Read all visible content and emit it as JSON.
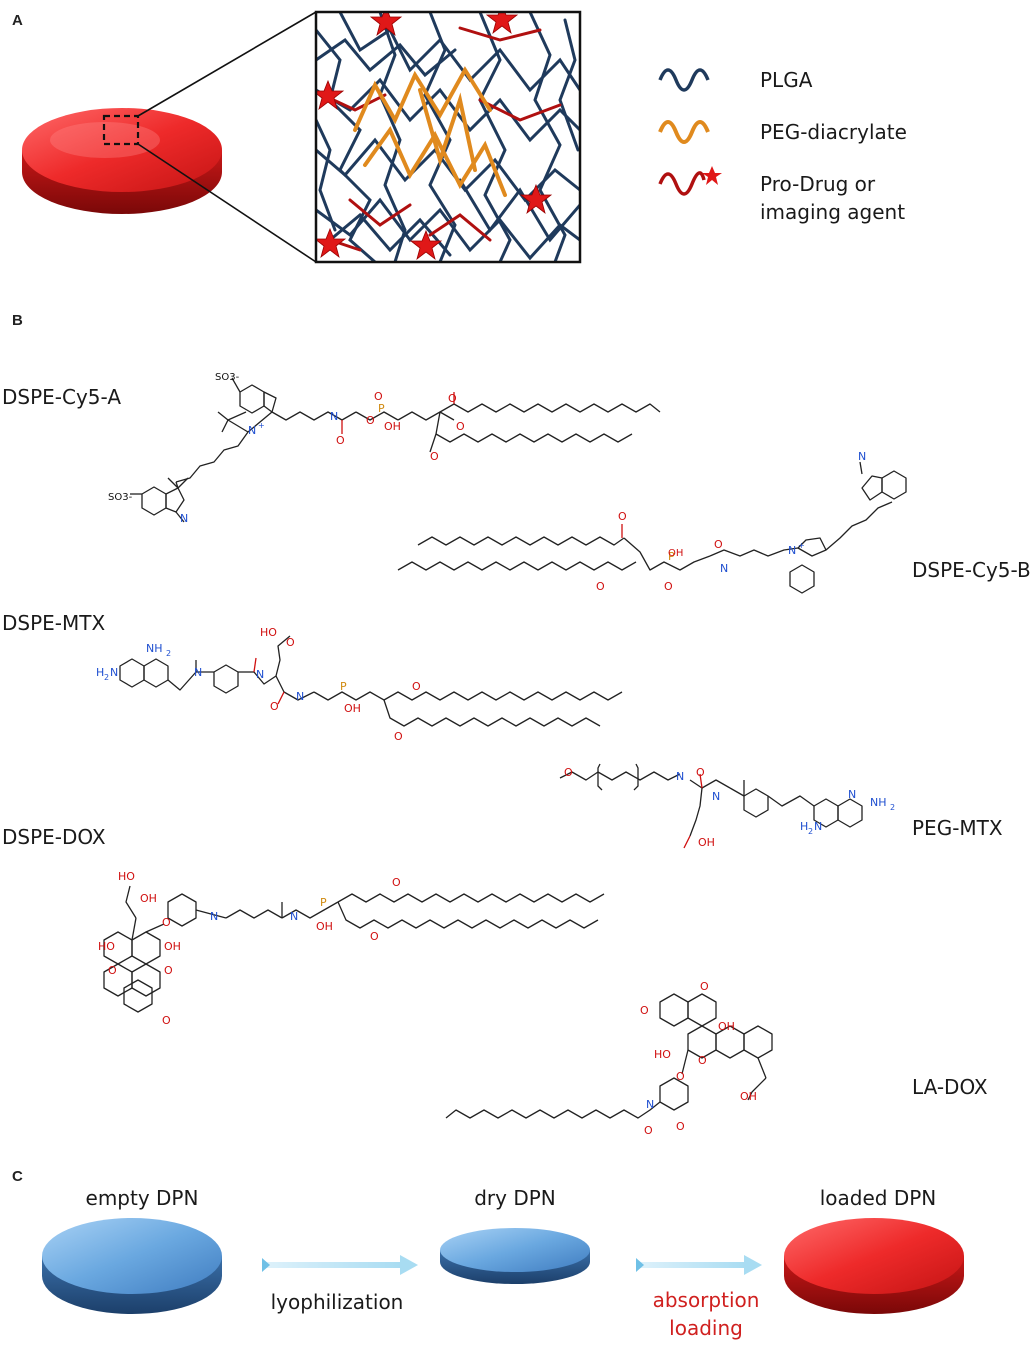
{
  "panels": {
    "a": "A",
    "b": "B",
    "c": "C"
  },
  "legend": {
    "plga": "PLGA",
    "peg": "PEG-diacrylate",
    "prodrug_line1": "Pro-Drug or",
    "prodrug_line2": "imaging agent"
  },
  "molecules": {
    "cy5a": "DSPE-Cy5-A",
    "cy5b": "DSPE-Cy5-B",
    "mtx": "DSPE-MTX",
    "pegmtx": "PEG-MTX",
    "dox": "DSPE-DOX",
    "ladox": "LA-DOX"
  },
  "process": {
    "empty": "empty DPN",
    "dry": "dry DPN",
    "loaded": "loaded DPN",
    "step1": "lyophilization",
    "step2_line1": "absorption",
    "step2_line2": "loading"
  },
  "colors": {
    "plga": "#1f3a5c",
    "peg": "#e08a1e",
    "prodrug": "#b01010",
    "star": "#e01818",
    "disc_red": "#e02424",
    "disc_blue": "#5b9bd5",
    "arrow": "#a9dcf0",
    "oxygen": "#d01010",
    "nitrogen": "#1f4fd0",
    "phosphorus": "#d08a10"
  }
}
